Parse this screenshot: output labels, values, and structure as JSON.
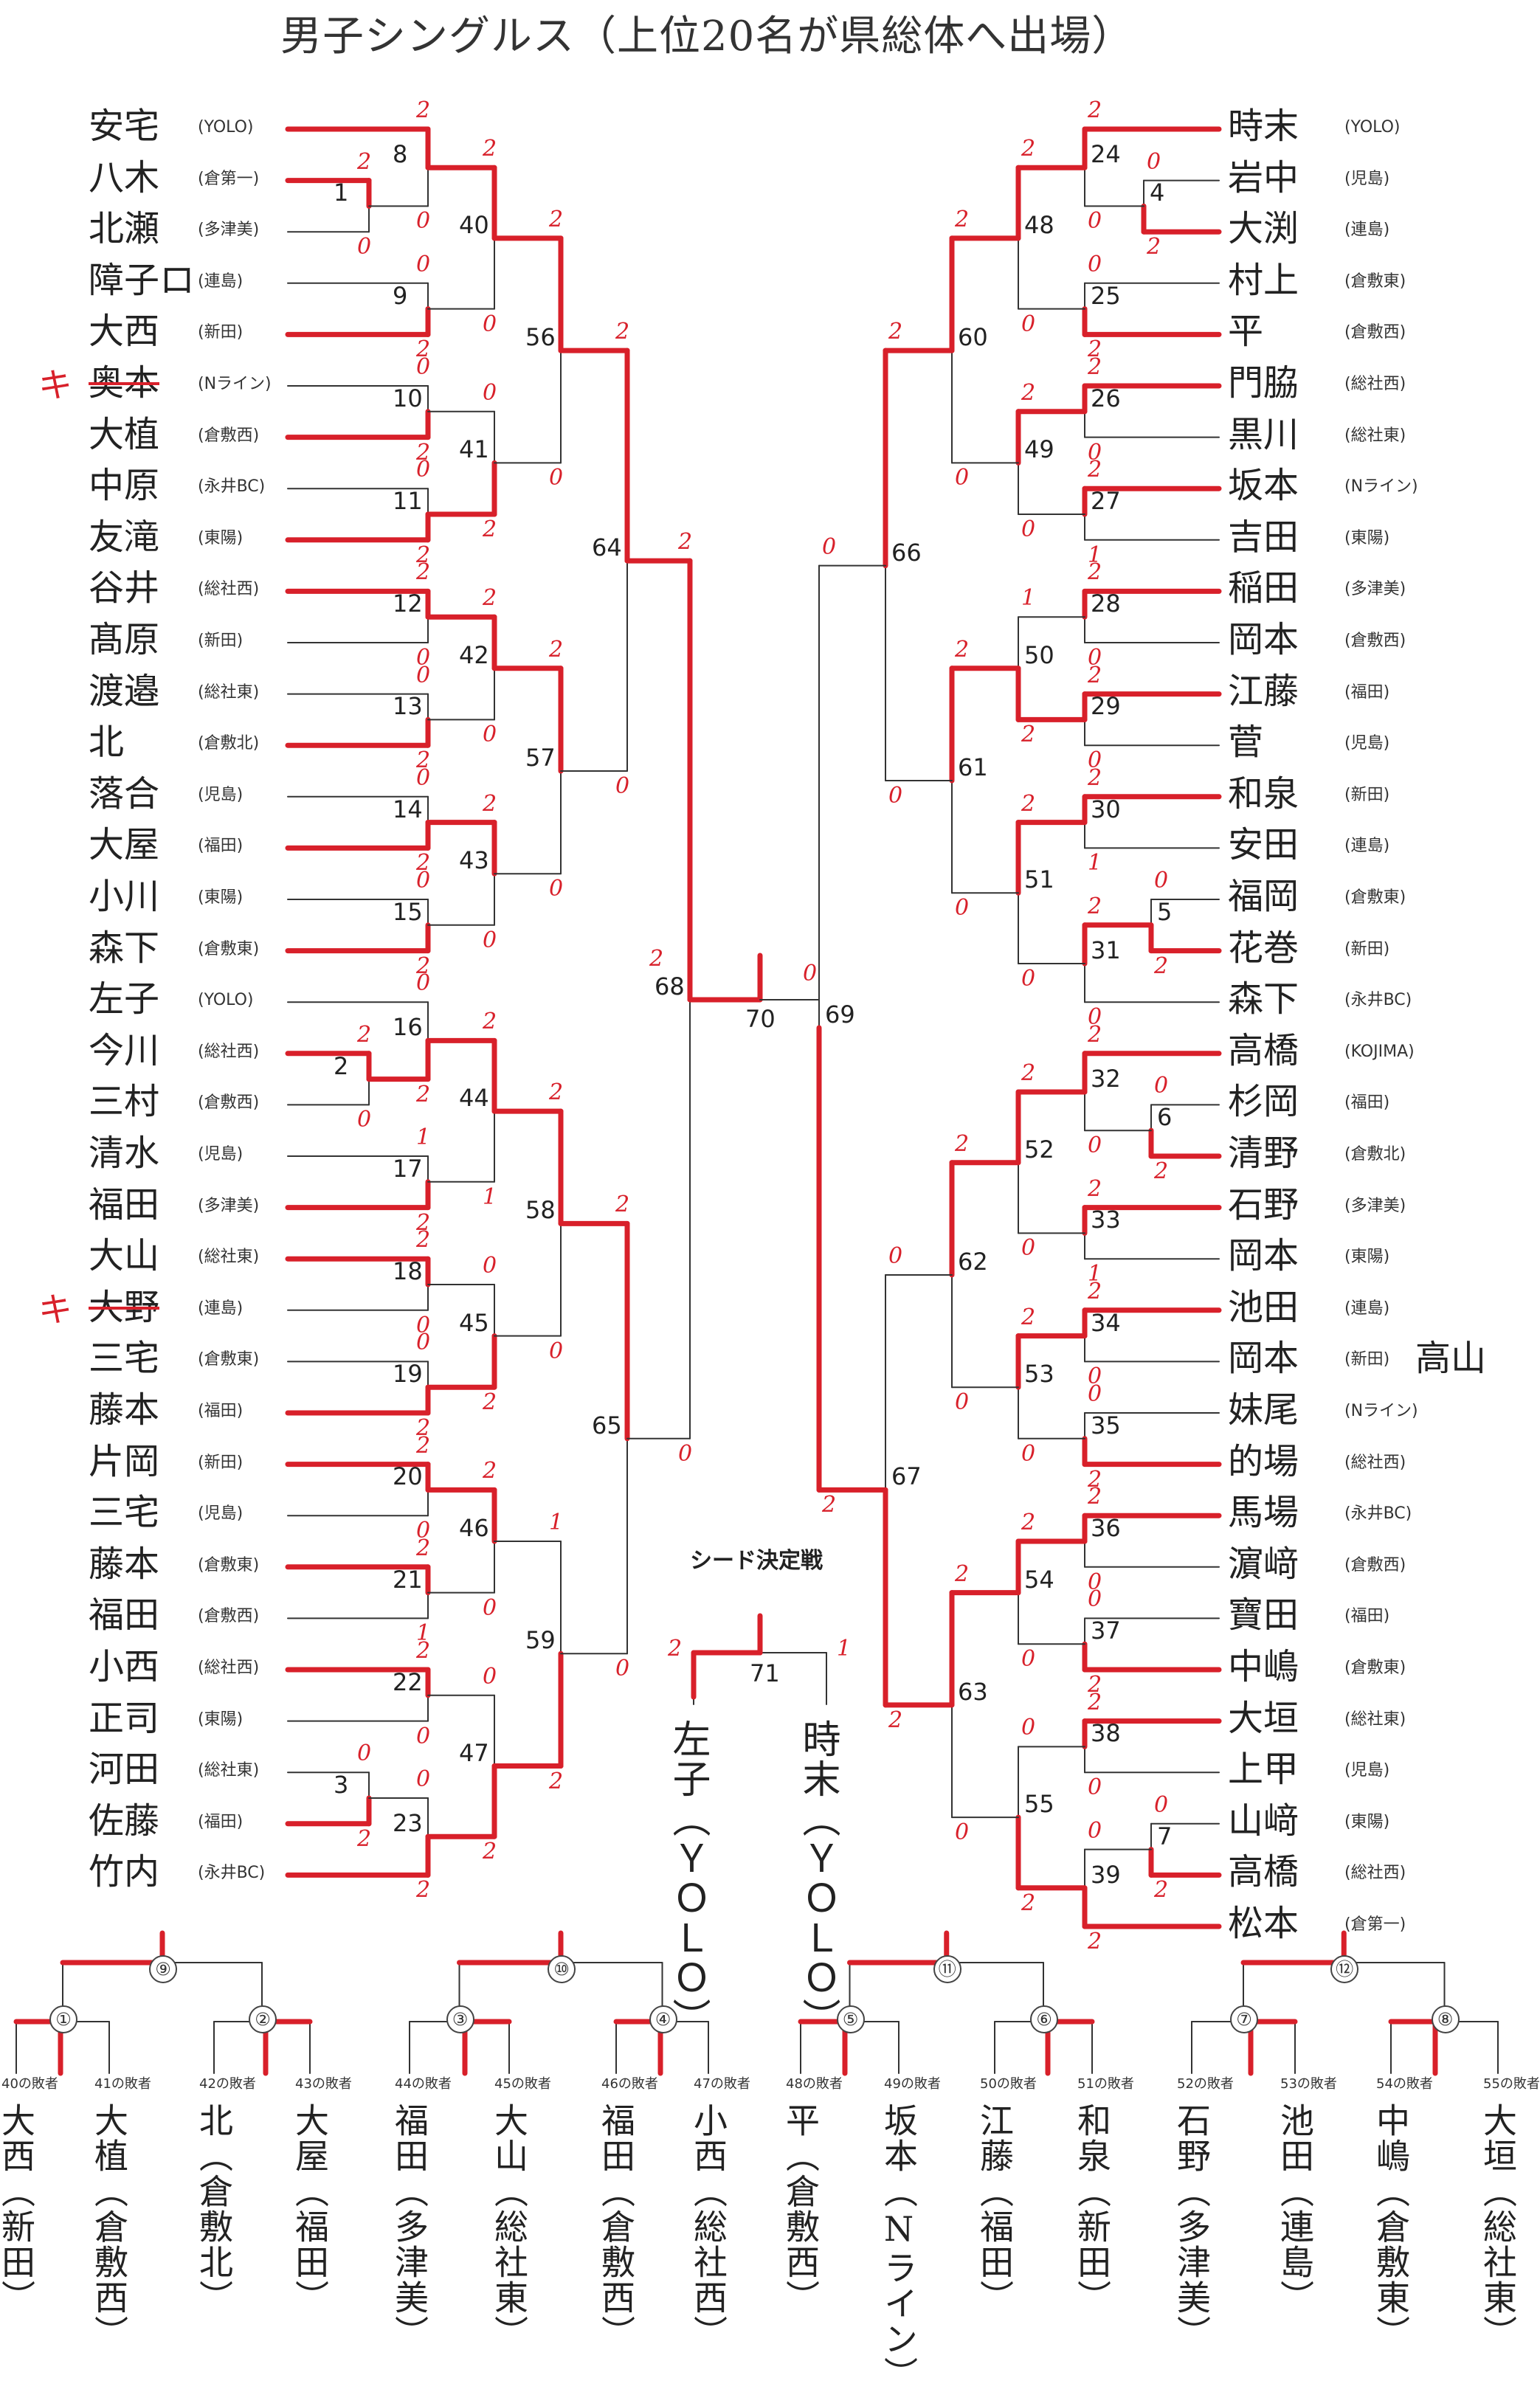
{
  "title": "男子シングルス（上位20名が県総体へ出場）",
  "left_players": [
    {
      "name": "安宅",
      "club": "(YOLO)"
    },
    {
      "name": "八木",
      "club": "(倉第一)"
    },
    {
      "name": "北瀬",
      "club": "(多津美)"
    },
    {
      "name": "障子ロ",
      "club": "(連島)"
    },
    {
      "name": "大西",
      "club": "(新田)"
    },
    {
      "name": "奥本",
      "club": "(Nライン)"
    },
    {
      "name": "大植",
      "club": "(倉敷西)"
    },
    {
      "name": "中原",
      "club": "(永井BC)"
    },
    {
      "name": "友滝",
      "club": "(東陽)"
    },
    {
      "name": "谷井",
      "club": "(総社西)"
    },
    {
      "name": "髙原",
      "club": "(新田)"
    },
    {
      "name": "渡邉",
      "club": "(総社東)"
    },
    {
      "name": "北",
      "club": "(倉敷北)"
    },
    {
      "name": "落合",
      "club": "(児島)"
    },
    {
      "name": "大屋",
      "club": "(福田)"
    },
    {
      "name": "小川",
      "club": "(東陽)"
    },
    {
      "name": "森下",
      "club": "(倉敷東)"
    },
    {
      "name": "左子",
      "club": "(YOLO)"
    },
    {
      "name": "今川",
      "club": "(総社西)"
    },
    {
      "name": "三村",
      "club": "(倉敷西)"
    },
    {
      "name": "清水",
      "club": "(児島)"
    },
    {
      "name": "福田",
      "club": "(多津美)"
    },
    {
      "name": "大山",
      "club": "(総社東)"
    },
    {
      "name": "大野",
      "club": "(連島)"
    },
    {
      "name": "三宅",
      "club": "(倉敷東)"
    },
    {
      "name": "藤本",
      "club": "(福田)"
    },
    {
      "name": "片岡",
      "club": "(新田)"
    },
    {
      "name": "三宅",
      "club": "(児島)"
    },
    {
      "name": "藤本",
      "club": "(倉敷東)"
    },
    {
      "name": "福田",
      "club": "(倉敷西)"
    },
    {
      "name": "小西",
      "club": "(総社西)"
    },
    {
      "name": "正司",
      "club": "(東陽)"
    },
    {
      "name": "河田",
      "club": "(総社東)"
    },
    {
      "name": "佐藤",
      "club": "(福田)"
    },
    {
      "name": "竹内",
      "club": "(永井BC)"
    }
  ],
  "right_players": [
    {
      "name": "時末",
      "club": "(YOLO)"
    },
    {
      "name": "岩中",
      "club": "(児島)"
    },
    {
      "name": "大渕",
      "club": "(連島)"
    },
    {
      "name": "村上",
      "club": "(倉敷東)"
    },
    {
      "name": "平",
      "club": "(倉敷西)"
    },
    {
      "name": "門脇",
      "club": "(総社西)"
    },
    {
      "name": "黒川",
      "club": "(総社東)"
    },
    {
      "name": "坂本",
      "club": "(Nライン)"
    },
    {
      "name": "吉田",
      "club": "(東陽)"
    },
    {
      "name": "稲田",
      "club": "(多津美)"
    },
    {
      "name": "岡本",
      "club": "(倉敷西)"
    },
    {
      "name": "江藤",
      "club": "(福田)"
    },
    {
      "name": "菅",
      "club": "(児島)"
    },
    {
      "name": "和泉",
      "club": "(新田)"
    },
    {
      "name": "安田",
      "club": "(連島)"
    },
    {
      "name": "福岡",
      "club": "(倉敷東)"
    },
    {
      "name": "花巻",
      "club": "(新田)"
    },
    {
      "name": "森下",
      "club": "(永井BC)"
    },
    {
      "name": "高橋",
      "club": "(KOJIMA)"
    },
    {
      "name": "杉岡",
      "club": "(福田)"
    },
    {
      "name": "清野",
      "club": "(倉敷北)"
    },
    {
      "name": "石野",
      "club": "(多津美)"
    },
    {
      "name": "岡本",
      "club": "(東陽)"
    },
    {
      "name": "池田",
      "club": "(連島)"
    },
    {
      "name": "岡本",
      "club": "(新田)"
    },
    {
      "name": "妹尾",
      "club": "(Nライン)"
    },
    {
      "name": "的場",
      "club": "(総社西)"
    },
    {
      "name": "馬場",
      "club": "(永井BC)"
    },
    {
      "name": "濵﨑",
      "club": "(倉敷西)"
    },
    {
      "name": "寶田",
      "club": "(福田)"
    },
    {
      "name": "中嶋",
      "club": "(倉敷東)"
    },
    {
      "name": "大垣",
      "club": "(総社東)"
    },
    {
      "name": "上甲",
      "club": "(児島)"
    },
    {
      "name": "山﨑",
      "club": "(東陽)"
    },
    {
      "name": "高橋",
      "club": "(総社西)"
    },
    {
      "name": "松本",
      "club": "(倉第一)"
    }
  ],
  "annotations": {
    "kiken_mark_1": "キ",
    "kiken_mark_2": "キ",
    "substitute_note": "高山"
  },
  "seed_match": {
    "label": "シード決定戦",
    "number": "71",
    "left_player": "左子（ＹＯＬＯ）",
    "right_player": "時末（ＹＯＬＯ）",
    "left_score": "2",
    "right_score": "1"
  },
  "final": {
    "left": "68",
    "center": "70",
    "right": "69",
    "left_score": "2",
    "right_score": "0"
  },
  "consolation": {
    "groups": [
      {
        "top": "⑨",
        "subs": [
          {
            "num": "①",
            "slots": [
              "40の敗者",
              "41の敗者"
            ]
          },
          {
            "num": "②",
            "slots": [
              "42の敗者",
              "43の敗者"
            ]
          }
        ]
      },
      {
        "top": "⑩",
        "subs": [
          {
            "num": "③",
            "slots": [
              "44の敗者",
              "45の敗者"
            ]
          },
          {
            "num": "④",
            "slots": [
              "46の敗者",
              "47の敗者"
            ]
          }
        ]
      },
      {
        "top": "⑪",
        "subs": [
          {
            "num": "⑤",
            "slots": [
              "48の敗者",
              "49の敗者"
            ]
          },
          {
            "num": "⑥",
            "slots": [
              "50の敗者",
              "51の敗者"
            ]
          }
        ]
      },
      {
        "top": "⑫",
        "subs": [
          {
            "num": "⑦",
            "slots": [
              "52の敗者",
              "53の敗者"
            ]
          },
          {
            "num": "⑧",
            "slots": [
              "54の敗者",
              "55の敗者"
            ]
          }
        ]
      }
    ],
    "handwritten_names": [
      "大西（新田）",
      "大植（倉敷西）",
      "北（倉敷北）",
      "大屋（福田）",
      "福田（多津美）",
      "大山（総社東）",
      "福田（倉敷西）",
      "小西（総社西）",
      "平（倉敷西）",
      "坂本（Nライン）",
      "江藤（福田）",
      "和泉（新田）",
      "石野（多津美）",
      "池田（連島）",
      "中嶋（倉敷東）",
      "大垣（総社東）"
    ]
  },
  "colors": {
    "ink": "#333333",
    "red": "#d8202a"
  }
}
